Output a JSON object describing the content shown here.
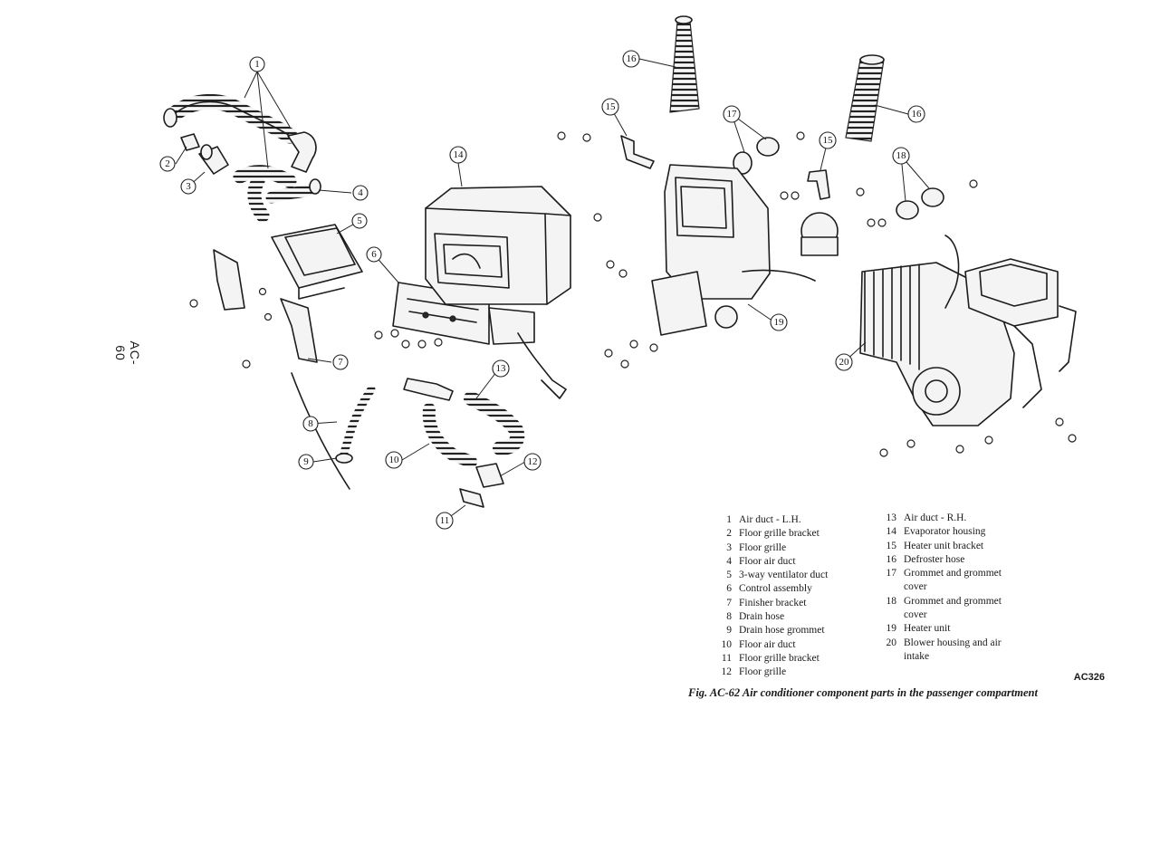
{
  "page_marker": "AC-60",
  "figure": {
    "code": "AC326",
    "caption": "Fig. AC-62  Air conditioner component parts in the passenger compartment"
  },
  "legend": {
    "column_1": [
      {
        "num": "1",
        "name": "Air duct - L.H."
      },
      {
        "num": "2",
        "name": "Floor grille bracket"
      },
      {
        "num": "3",
        "name": "Floor grille"
      },
      {
        "num": "4",
        "name": "Floor air duct"
      },
      {
        "num": "5",
        "name": "3-way ventilator duct"
      },
      {
        "num": "6",
        "name": "Control assembly"
      },
      {
        "num": "7",
        "name": "Finisher bracket"
      },
      {
        "num": "8",
        "name": "Drain hose"
      },
      {
        "num": "9",
        "name": "Drain hose grommet"
      },
      {
        "num": "10",
        "name": "Floor air duct"
      },
      {
        "num": "11",
        "name": "Floor grille bracket"
      },
      {
        "num": "12",
        "name": "Floor grille"
      }
    ],
    "column_2": [
      {
        "num": "13",
        "name": "Air duct - R.H."
      },
      {
        "num": "14",
        "name": "Evaporator housing"
      },
      {
        "num": "15",
        "name": "Heater unit bracket"
      },
      {
        "num": "16",
        "name": "Defroster hose"
      },
      {
        "num": "17",
        "name": "Grommet and grommet",
        "name_cont": "cover"
      },
      {
        "num": "18",
        "name": "Grommet and grommet",
        "name_cont": "cover"
      },
      {
        "num": "19",
        "name": "Heater unit"
      },
      {
        "num": "20",
        "name": "Blower housing and air",
        "name_cont": "intake"
      }
    ]
  },
  "callouts": {
    "c1": "1",
    "c2": "2",
    "c3": "3",
    "c4": "4",
    "c5": "5",
    "c6": "6",
    "c7": "7",
    "c8": "8",
    "c9": "9",
    "c10": "10",
    "c11": "11",
    "c12": "12",
    "c13": "13",
    "c14": "14",
    "c15a": "15",
    "c15b": "15",
    "c16a": "16",
    "c16b": "16",
    "c17": "17",
    "c18": "18",
    "c19": "19",
    "c20": "20"
  }
}
